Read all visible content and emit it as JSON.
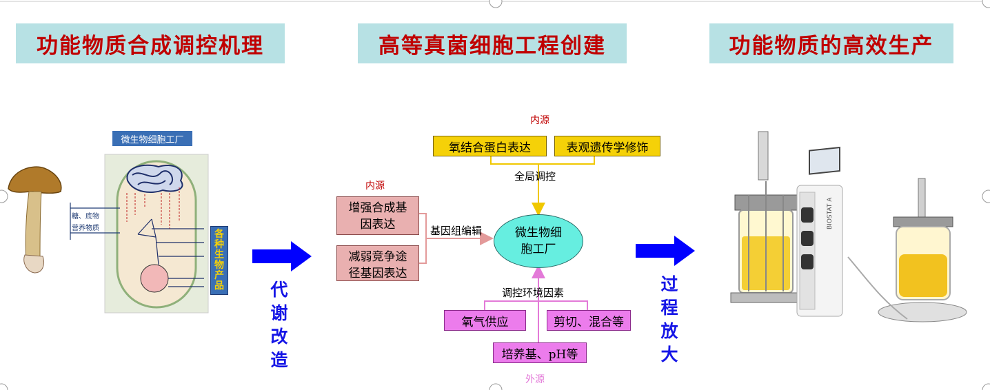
{
  "titles": {
    "left": "功能物质合成调控机理",
    "middle": "高等真菌细胞工程创建",
    "right": "功能物质的高效生产"
  },
  "cell_diagram": {
    "label": "微生物细胞工厂",
    "inputs": [
      "糖、底物",
      "营养物质"
    ],
    "product_chars": [
      "各",
      "种",
      "生",
      "物",
      "产",
      "品"
    ]
  },
  "steps": {
    "metabolic": [
      "代",
      "谢",
      "改",
      "造"
    ],
    "scaleup": [
      "过",
      "程",
      "放",
      "大"
    ]
  },
  "network": {
    "top_source": "内源",
    "top_boxes": [
      "氧结合蛋白表达",
      "表观遗传学修饰"
    ],
    "global_label": "全局调控",
    "left_source": "内源",
    "left_boxes": [
      [
        "增强合成基",
        "因表达"
      ],
      [
        "减弱竞争途",
        "径基因表达"
      ]
    ],
    "genome_label": "基因组编辑",
    "center": [
      "微生物细",
      "胞工厂"
    ],
    "env_label": "调控环境因素",
    "bottom_boxes": [
      "氧气供应",
      "剪切、混合等",
      "培养基、pH等"
    ],
    "bottom_source": "外源"
  },
  "bioreactor": {
    "brand": "BIOSTAT A"
  },
  "colors": {
    "title_bg": "#b7e1e4",
    "title_text": "#c00000",
    "arrow": "#0000ff",
    "yellow_box": "#f5d108",
    "pink_box": "#ec7cec",
    "rose_box": "#e9b0b0",
    "center_ellipse": "#66eee0"
  }
}
